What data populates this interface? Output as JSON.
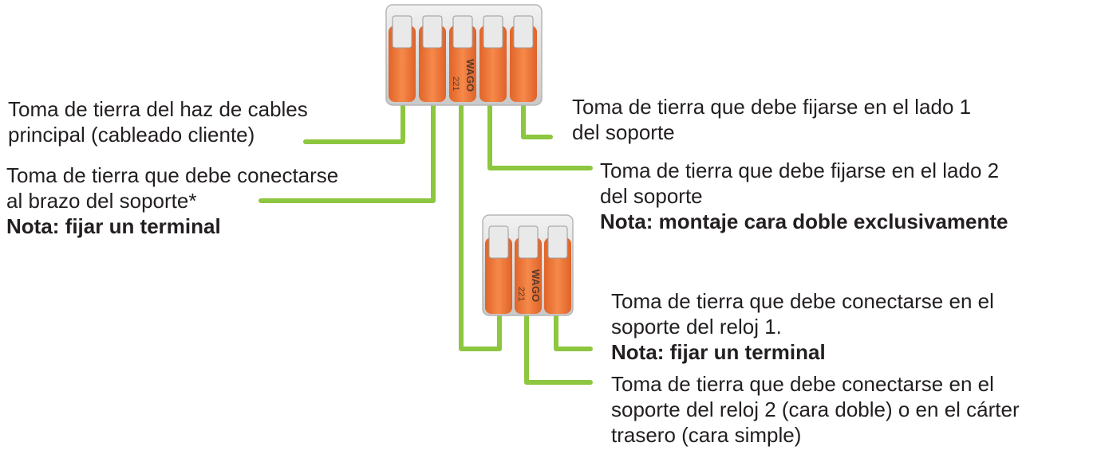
{
  "colors": {
    "wire": "#8dc63f",
    "lever": "#f47b3a",
    "housing": "#d8d8d8",
    "text": "#231f20"
  },
  "connectors": {
    "large": {
      "brand": "WAGO",
      "model": "221",
      "poles": 5
    },
    "small": {
      "brand": "WAGO",
      "model": "221",
      "poles": 3
    }
  },
  "labels": {
    "main_harness": {
      "lines": [
        "Toma de tierra del haz de cables",
        "principal (cableado cliente)"
      ]
    },
    "bracket_arm": {
      "lines": [
        "Toma de tierra que debe conectarse",
        "al brazo del soporte*"
      ],
      "note": "Nota: fijar un terminal"
    },
    "side1": {
      "lines": [
        "Toma de tierra que debe fijarse en el lado 1",
        "del soporte"
      ]
    },
    "side2": {
      "lines": [
        "Toma de tierra que debe fijarse en el lado 2",
        "del soporte"
      ],
      "note": "Nota: montaje cara doble exclusivamente"
    },
    "clock1": {
      "lines": [
        "Toma de tierra que debe conectarse en el",
        "soporte del reloj 1."
      ],
      "note": "Nota: fijar un terminal"
    },
    "clock2": {
      "lines": [
        "Toma de tierra que debe conectarse en el",
        "soporte del reloj 2 (cara doble) o en el cárter",
        "trasero (cara simple)"
      ]
    }
  }
}
